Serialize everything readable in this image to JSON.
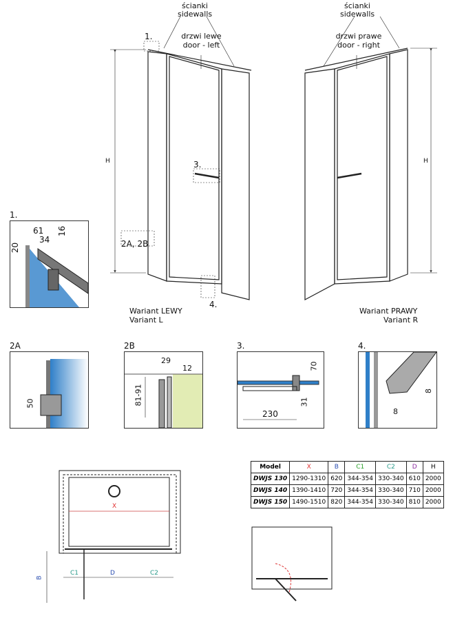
{
  "labels": {
    "sidewalls_left": "ścianki\nsidewalls",
    "sidewalls_left_pl": "ścianki",
    "sidewalls_left_en": "sidewalls",
    "sidewalls_right_pl": "ścianki",
    "sidewalls_right_en": "sidewalls",
    "door_left_pl": "drzwi lewe",
    "door_left_en": "door - left",
    "door_right_pl": "drzwi prawe",
    "door_right_en": "door - right",
    "callout_1": "1.",
    "callout_3": "3.",
    "callout_2ab": "2A, 2B",
    "callout_4": "4.",
    "h_left": "H",
    "h_right": "H",
    "variant_left_pl": "Wariant LEWY",
    "variant_left_en": "Variant L",
    "variant_right_pl": "Wariant PRAWY",
    "variant_right_en": "Variant R"
  },
  "details": {
    "d1": {
      "title": "1.",
      "dims": [
        "61",
        "34",
        "16",
        "20"
      ]
    },
    "d2a": {
      "title": "2A",
      "dims": [
        "50"
      ]
    },
    "d2b": {
      "title": "2B",
      "dims": [
        "29",
        "12",
        "81-91"
      ]
    },
    "d3": {
      "title": "3.",
      "dims": [
        "70",
        "31",
        "230"
      ]
    },
    "d4": {
      "title": "4.",
      "dims": [
        "8",
        "8"
      ]
    }
  },
  "plan": {
    "x": "X",
    "b": "B",
    "c1": "C1",
    "d": "D",
    "c2": "C2"
  },
  "colors": {
    "x": "#e03030",
    "b": "#2a4db0",
    "c1": "#2aa02a",
    "c2": "#2a9a8a",
    "d": "#8a2aa0",
    "glass": "#2f7fc8",
    "wall": "#e2ecb4"
  },
  "table": {
    "headers": [
      "Model",
      "X",
      "B",
      "C1",
      "C2",
      "D",
      "H"
    ],
    "rows": [
      [
        "DWJS 130",
        "1290-1310",
        "620",
        "344-354",
        "330-340",
        "610",
        "2000"
      ],
      [
        "DWJS 140",
        "1390-1410",
        "720",
        "344-354",
        "330-340",
        "710",
        "2000"
      ],
      [
        "DWJS 150",
        "1490-1510",
        "820",
        "344-354",
        "330-340",
        "810",
        "2000"
      ]
    ]
  }
}
